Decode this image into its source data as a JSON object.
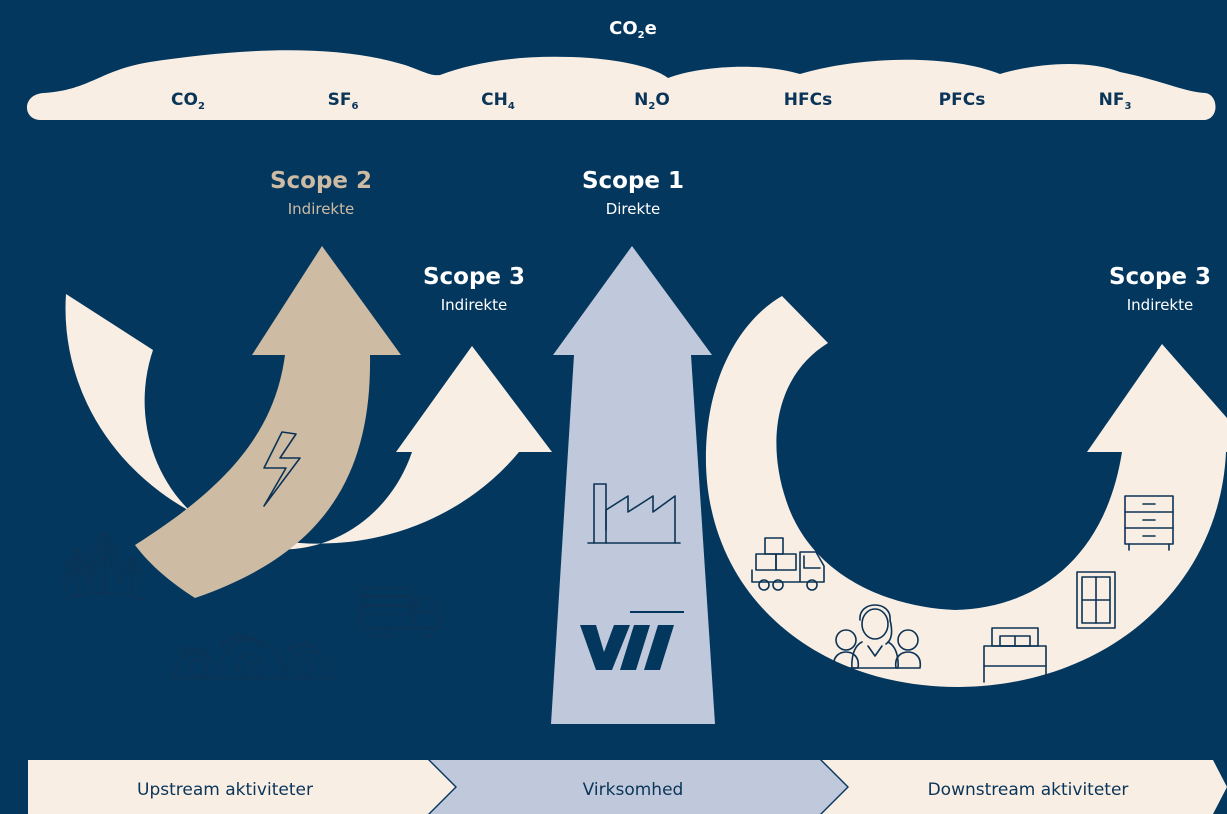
{
  "header": {
    "label": "CO",
    "sub": "2",
    "suffix": "e"
  },
  "gases": [
    {
      "base": "CO",
      "sub": "2",
      "suffix": ""
    },
    {
      "base": "SF",
      "sub": "6",
      "suffix": ""
    },
    {
      "base": "CH",
      "sub": "4",
      "suffix": ""
    },
    {
      "base": "N",
      "sub": "2",
      "suffix": "O"
    },
    {
      "base": "HFCs",
      "sub": "",
      "suffix": ""
    },
    {
      "base": "PFCs",
      "sub": "",
      "suffix": ""
    },
    {
      "base": "NF",
      "sub": "3",
      "suffix": ""
    }
  ],
  "scopes": {
    "scope2": {
      "title": "Scope 2",
      "subtitle": "Indirekte"
    },
    "scope1": {
      "title": "Scope 1",
      "subtitle": "Direkte"
    },
    "scope3_left": {
      "title": "Scope 3",
      "subtitle": "Indirekte"
    },
    "scope3_right": {
      "title": "Scope 3",
      "subtitle": "Indirekte"
    }
  },
  "stages": {
    "upstream": "Upstream aktiviteter",
    "company": "Virksomhed",
    "downstream": "Downstream aktiviteter"
  },
  "colors": {
    "background": "#04375e",
    "cream": "#f8eee4",
    "tan": "#cdbba4",
    "periwinkle": "#c0c9dc",
    "ink": "#0c3355"
  },
  "icons": [
    "forest-icon",
    "saw-blades-icon",
    "log-truck-icon",
    "lightning-icon",
    "factory-icon",
    "company-logo",
    "delivery-truck-icon",
    "family-icon",
    "bed-icon",
    "window-icon",
    "dresser-icon"
  ]
}
